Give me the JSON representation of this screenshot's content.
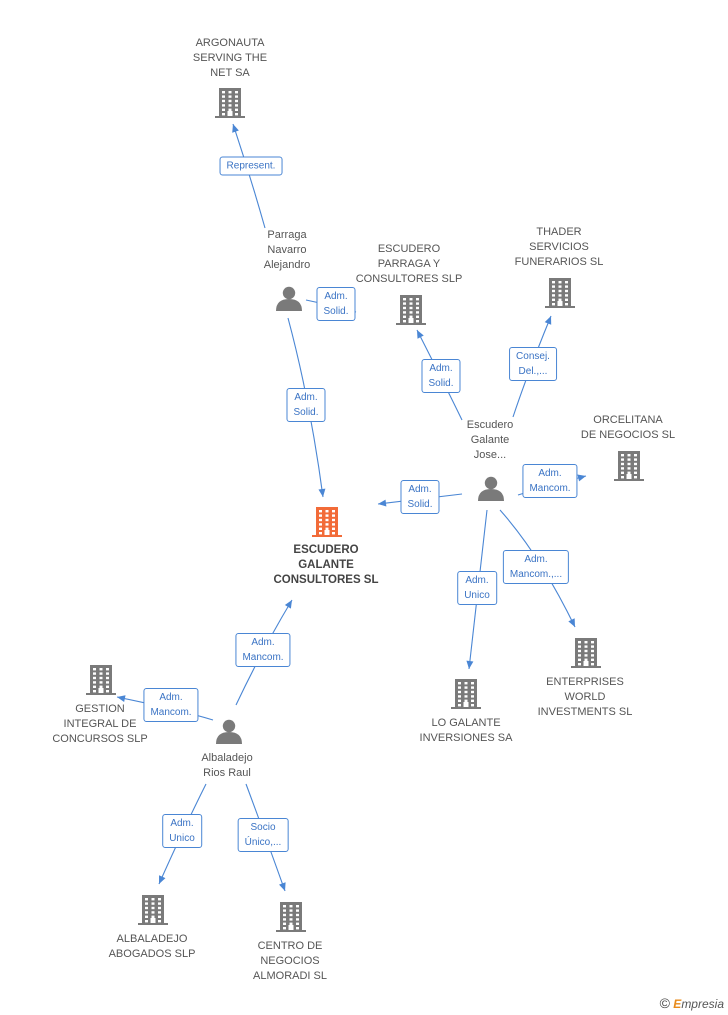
{
  "nodes": [
    {
      "id": "argonauta",
      "type": "company",
      "lines": [
        "ARGONAUTA",
        "SERVING THE",
        "NET SA"
      ]
    },
    {
      "id": "parraga",
      "type": "person",
      "lines": [
        "Parraga",
        "Navarro",
        "Alejandro"
      ]
    },
    {
      "id": "escudero_parraga",
      "type": "company",
      "lines": [
        "ESCUDERO",
        "PARRAGA Y",
        "CONSULTORES SLP"
      ]
    },
    {
      "id": "thader",
      "type": "company",
      "lines": [
        "THADER",
        "SERVICIOS",
        "FUNERARIOS SL"
      ]
    },
    {
      "id": "escudero_jose",
      "type": "person",
      "lines": [
        "Escudero",
        "Galante",
        "Jose..."
      ]
    },
    {
      "id": "orcelitana",
      "type": "company",
      "lines": [
        "ORCELITANA",
        "DE NEGOCIOS SL"
      ]
    },
    {
      "id": "main",
      "type": "company",
      "main": true,
      "lines": [
        "ESCUDERO",
        "GALANTE",
        "CONSULTORES SL"
      ]
    },
    {
      "id": "gestion",
      "type": "company",
      "lines": [
        "GESTION",
        "INTEGRAL DE",
        "CONCURSOS SLP"
      ]
    },
    {
      "id": "albaladejo",
      "type": "person",
      "lines": [
        "Albaladejo",
        "Rios Raul"
      ]
    },
    {
      "id": "lo_galante",
      "type": "company",
      "lines": [
        "LO GALANTE",
        "INVERSIONES SA"
      ]
    },
    {
      "id": "enterprises",
      "type": "company",
      "lines": [
        "ENTERPRISES",
        "WORLD",
        "INVESTMENTS SL"
      ]
    },
    {
      "id": "albaladejo_abogados",
      "type": "company",
      "lines": [
        "ALBALADEJO",
        "ABOGADOS SLP"
      ]
    },
    {
      "id": "centro",
      "type": "company",
      "lines": [
        "CENTRO DE",
        "NEGOCIOS",
        "ALMORADI SL"
      ]
    }
  ],
  "edges": [
    {
      "lines": [
        "Represent."
      ]
    },
    {
      "lines": [
        "Adm.",
        "Solid."
      ]
    },
    {
      "lines": [
        "Adm.",
        "Solid."
      ]
    },
    {
      "lines": [
        "Adm.",
        "Solid."
      ]
    },
    {
      "lines": [
        "Consej.",
        "Del.,..."
      ]
    },
    {
      "lines": [
        "Adm.",
        "Solid."
      ]
    },
    {
      "lines": [
        "Adm.",
        "Mancom."
      ]
    },
    {
      "lines": [
        "Adm.",
        "Mancom.,..."
      ]
    },
    {
      "lines": [
        "Adm.",
        "Unico"
      ]
    },
    {
      "lines": [
        "Adm.",
        "Mancom."
      ]
    },
    {
      "lines": [
        "Adm.",
        "Mancom."
      ]
    },
    {
      "lines": [
        "Adm.",
        "Unico"
      ]
    },
    {
      "lines": [
        "Socio",
        "Único,..."
      ]
    }
  ],
  "colors": {
    "main_company": "#f26b38",
    "company": "#7a7a7a",
    "person": "#7a7a7a",
    "edge": "#4a86d4",
    "edge_label": "#3a73c4"
  },
  "footer": {
    "copyright": "©",
    "brand_first": "E",
    "brand_rest": "mpresia"
  }
}
